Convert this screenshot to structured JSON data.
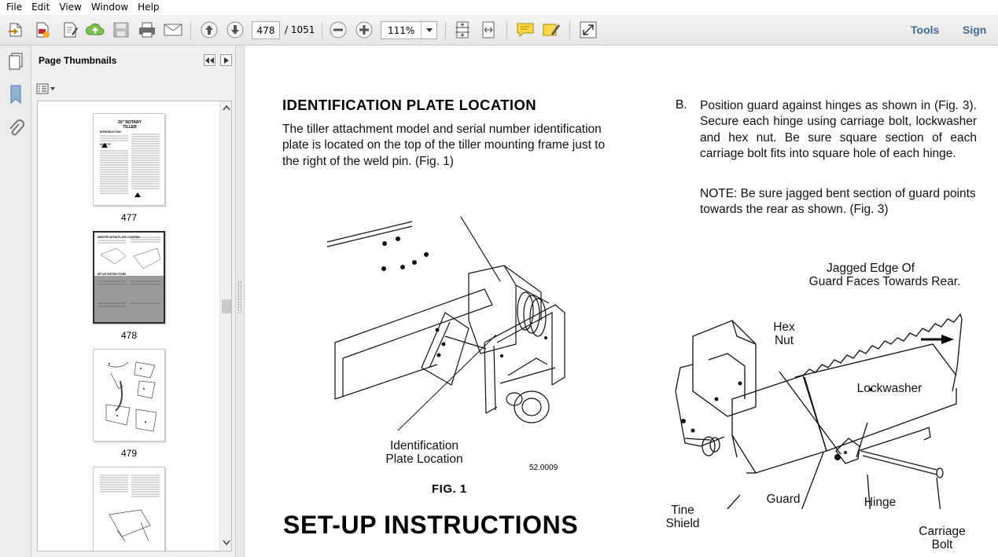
{
  "menubar": {
    "items": [
      "File",
      "Edit",
      "View",
      "Window",
      "Help"
    ]
  },
  "toolbar": {
    "page_current": "478",
    "page_total": "/ 1051",
    "zoom": "111%",
    "tools_label": "Tools",
    "sign_label": "Sign"
  },
  "thumbnail_panel": {
    "title": "Page Thumbnails",
    "thumbs": [
      {
        "label": "477",
        "title_line1": "20\" ROTARY",
        "title_line2": "TILLER",
        "head1": "INTRODUCTION",
        "head2": "SAFETY"
      },
      {
        "label": "478",
        "head1": "IDENTIFICATION PLATE LOCATION",
        "head2": "SET-UP INSTRUCTIONS"
      },
      {
        "label": "479"
      },
      {
        "label": ""
      }
    ]
  },
  "document": {
    "heading": "IDENTIFICATION PLATE LOCATION",
    "ident_text": "The tiller attachment model and serial number identification plate is located on the top of the tiller mounting frame just to the right of the weld pin. (Fig. 1)",
    "step_letter": "B.",
    "step_text": "Position guard against hinges as shown in (Fig. 3). Secure each hinge using carriage bolt, lockwasher and hex nut. Be sure square section of each carriage bolt fits into square hole of each hinge.",
    "note_text": "NOTE: Be sure jagged bent section of guard points towards the rear as shown. (Fig. 3)",
    "fig1": {
      "callout_line1": "Identification",
      "callout_line2": "Plate Location",
      "code": "52.0009",
      "caption": "FIG. 1"
    },
    "fig3": {
      "jagged_line1": "Jagged Edge Of",
      "jagged_line2": "Guard Faces Towards Rear.",
      "hex_line1": "Hex",
      "hex_line2": "Nut",
      "lockwasher": "Lockwasher",
      "tine_line1": "Tine",
      "tine_line2": "Shield",
      "guard": "Guard",
      "hinge": "Hinge",
      "carriage_line1": "Carriage",
      "carriage_line2": "Bolt"
    },
    "setup_heading": "SET-UP INSTRUCTIONS"
  },
  "colors": {
    "link_blue": "#3f6c99",
    "toolbar_bg": "#ececec",
    "panel_bg": "#f0f0f0"
  }
}
